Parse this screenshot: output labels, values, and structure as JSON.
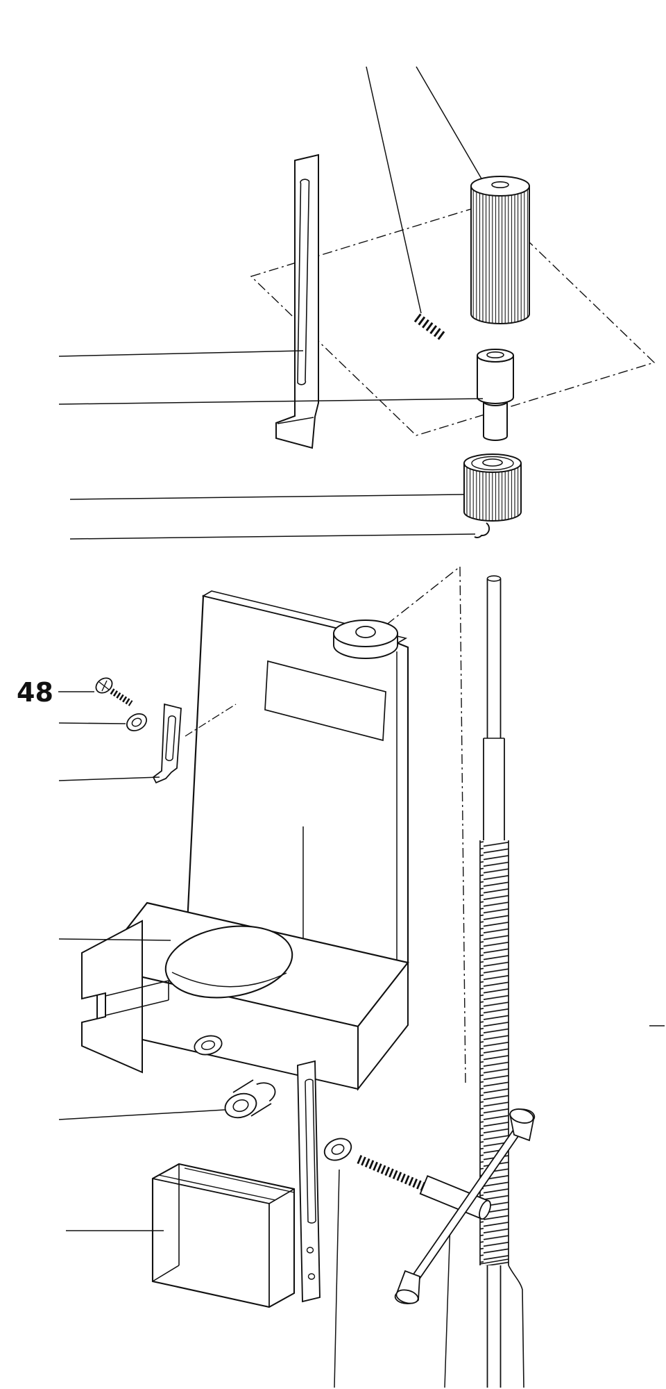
{
  "figure": {
    "type": "exploded-parts-diagram",
    "background": "#ffffff",
    "line_color": "#111111",
    "callouts": {
      "screw_assembly": "48"
    },
    "parts": [
      "knurled-clamp-knob",
      "compression-spring",
      "spacer-bushing",
      "knurled-nut",
      "retaining-clip",
      "depth-stop-bar",
      "support-bracket",
      "guide-column-with-spring",
      "pan-head-screw",
      "washer-small",
      "latch-plate",
      "sheet-metal-u-bracket",
      "slotted-strap",
      "pivot-bushing",
      "washer-large",
      "clamp-bolt-with-t-handle"
    ]
  }
}
